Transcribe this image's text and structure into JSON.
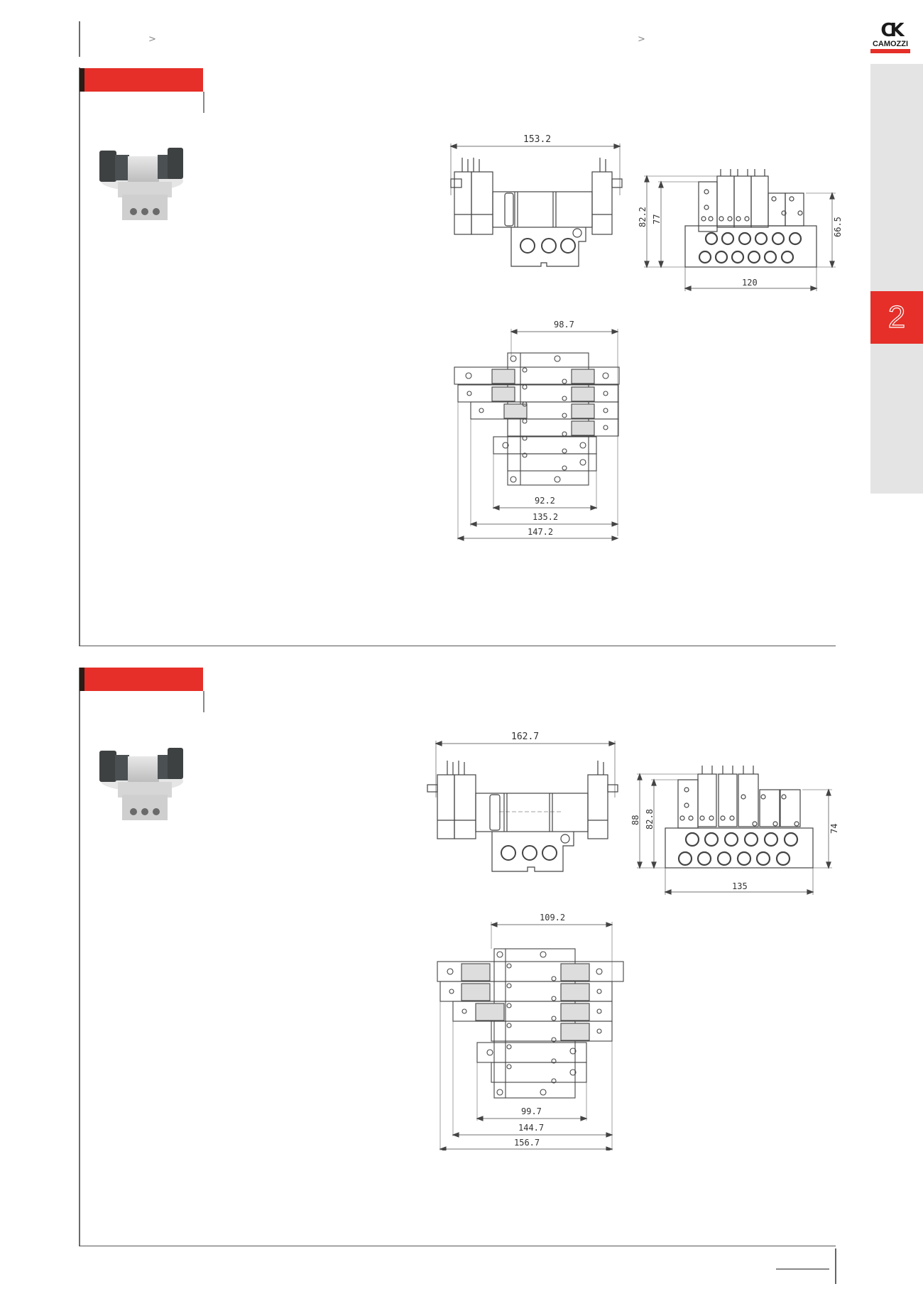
{
  "header": {
    "breadcrumb_left_sep": ">",
    "breadcrumb_right_sep": ">",
    "brand": {
      "mark": "CK",
      "name": "CAMOZZI",
      "accent_color": "#e52f28"
    }
  },
  "side_tab": {
    "chapter_number": "2",
    "accent_color": "#e52f28",
    "bg_color": "#e4e4e4"
  },
  "sections": [
    {
      "title": "",
      "photo_alt": "solenoid valve manifold product photo",
      "front_view": {
        "width_dim": "153.2"
      },
      "side_view": {
        "height_dims": [
          "82.2",
          "77"
        ],
        "right_height_dim": "66.5",
        "base_width_dim": "120"
      },
      "top_view": {
        "top_width_dim": "98.7",
        "bottom_dims": [
          "92.2",
          "135.2",
          "147.2"
        ]
      }
    },
    {
      "title": "",
      "photo_alt": "solenoid valve manifold product photo",
      "front_view": {
        "width_dim": "162.7"
      },
      "side_view": {
        "height_dims": [
          "88",
          "82.8"
        ],
        "right_height_dim": "74",
        "base_width_dim": "135"
      },
      "top_view": {
        "top_width_dim": "109.2",
        "bottom_dims": [
          "99.7",
          "144.7",
          "156.7"
        ]
      }
    }
  ],
  "footer": {
    "page_number": ""
  }
}
